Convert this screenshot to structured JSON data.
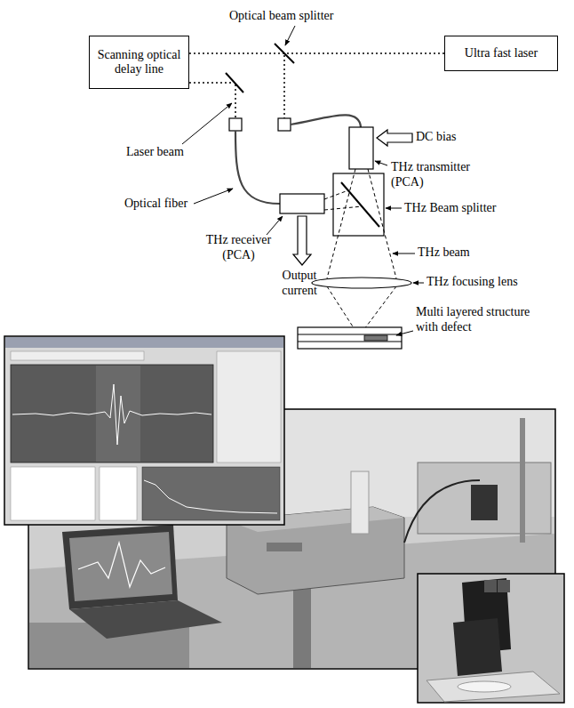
{
  "diagram": {
    "nodes": [
      {
        "text": [
          "Scanning optical delay line"
        ]
      },
      {
        "text": [
          "Ultra fast laser"
        ]
      }
    ],
    "edges": [
      {
        "from": 1,
        "to": 0,
        "arrow": "none"
      }
    ],
    "labels": [
      "Optical beam splitter",
      "Laser beam",
      "Optical fiber",
      "THz receiver (PCA)",
      "Output current",
      "DC bias",
      "THz transmitter (PCA)",
      "THz Beam splitter",
      "THz beam",
      "THz focusing lens",
      "Multi layered structure with defect"
    ]
  }
}
